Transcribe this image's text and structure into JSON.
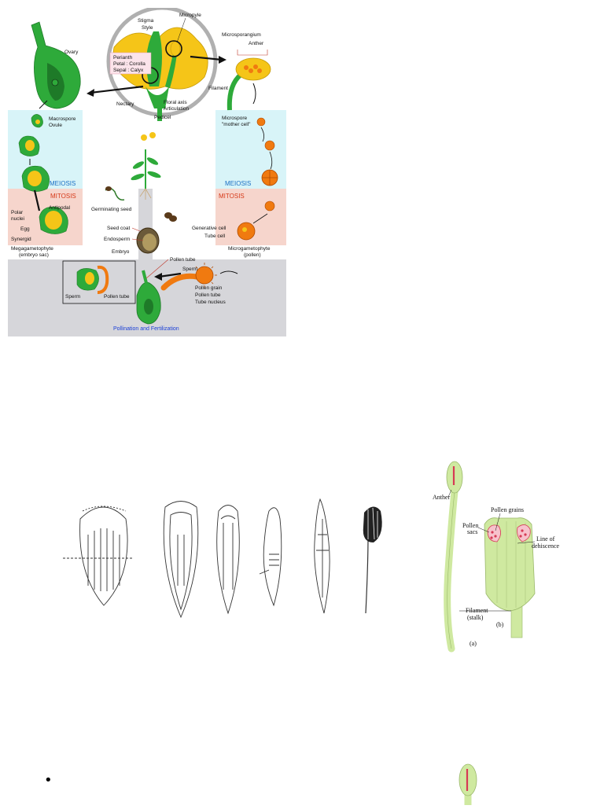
{
  "lifecycle": {
    "flower_labels": {
      "stigma": "Stigma",
      "style": "Style",
      "micropyle": "Micropyle",
      "perianth": "Perianth",
      "petal": "Petal : Corolla",
      "sepal": "Sepal : Calyx",
      "nectary": "Nectary",
      "floral_axis": "Floral axis",
      "articulation": "Articulation",
      "pedicel": "Pedicel"
    },
    "anther_labels": {
      "microsporangium": "Microsporangium",
      "anther": "Anther",
      "filament": "Filament"
    },
    "ovary_label": "Ovary",
    "female": {
      "macrospore": "Macrospore",
      "ovule": "Ovule",
      "meiosis": "MEIOSIS",
      "mitosis": "MITOSIS",
      "antipodal": "Antipodal",
      "polar_nuclei_1": "Polar",
      "polar_nuclei_2": "nuclei",
      "egg": "Egg",
      "synergid": "Synergid",
      "caption_1": "Megagametophyte",
      "caption_2": "(embryo sac)"
    },
    "male": {
      "microspore_1": "Microspore",
      "microspore_2": "\"mother cell\"",
      "meiosis": "MEIOSIS",
      "mitosis": "MITOSIS",
      "generative_cell": "Generative cell",
      "tube_cell": "Tube cell",
      "caption_1": "Microgametophyte",
      "caption_2": "(pollen)"
    },
    "center": {
      "germinating_seed": "Germinating seed",
      "seed_coat": "Seed coat",
      "endosperm": "Endosperm",
      "embryo": "Embryo"
    },
    "bottom": {
      "pollen_tube_top": "Pollen tube",
      "sperm_right": "Sperm",
      "pollen_grain": "Pollen grain",
      "pollen_tube_right": "Pollen tube",
      "tube_nucleus": "Tube nucleus",
      "sperm_left": "Sperm",
      "pollen_tube_left": "Pollen tube",
      "title": "Pollination and Fertilization"
    },
    "colors": {
      "green": "#2eaa3a",
      "dark_green": "#1e7a28",
      "yellow": "#f5c518",
      "orange": "#f07a10",
      "meiosis_panel": "#d8f4f8",
      "mitosis_panel": "#f6d5cc",
      "gray_panel": "#d6d6da",
      "meiosis_text": "#1a6fc4",
      "mitosis_text": "#d63a1a",
      "title_blue": "#1a3fd6"
    }
  },
  "stamen": {
    "anther": "Anther",
    "pollen_grains": "Pollen grains",
    "pollen_sacs_1": "Pollen",
    "pollen_sacs_2": "sacs",
    "line_dehiscence_1": "Line of",
    "line_dehiscence_2": "dehiscence",
    "filament_1": "Filament",
    "filament_2": "(stalk)",
    "label_a": "(a)",
    "label_b": "(b)",
    "colors": {
      "pale_green": "#cfe9a0",
      "red": "#d63a55"
    }
  },
  "bullet": {
    "glyph": "•"
  }
}
